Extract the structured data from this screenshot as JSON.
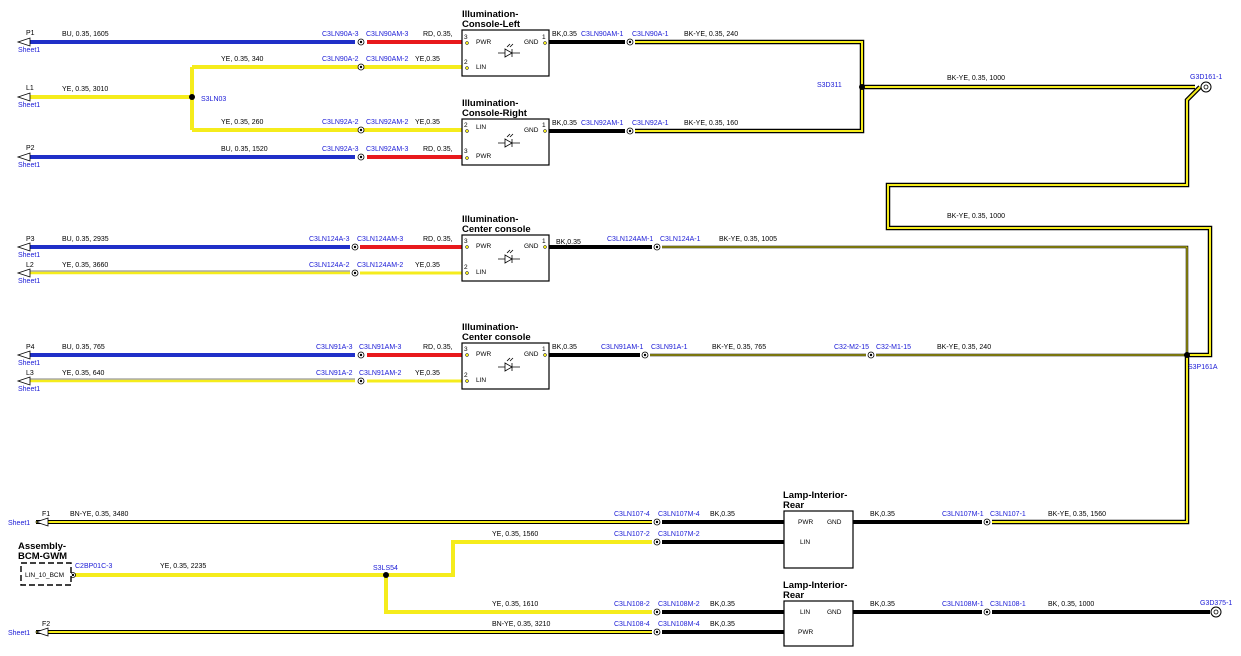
{
  "colors": {
    "BU": "#1f2fc8",
    "RD": "#e8191c",
    "YE": "#f5ec1c",
    "BK": "#000000",
    "ref": "#1a1ad6"
  },
  "icon_names": [
    "connector-pin-icon",
    "wire-junction-icon",
    "ground-point-icon",
    "led-lamp-icon",
    "sheet-ref-arrow-icon"
  ],
  "components": {
    "ill_left": {
      "title1": "Illumination-",
      "title2": "Console-Left",
      "pin3": "3",
      "pin2": "2",
      "pin1": "1",
      "lbl3": "PWR",
      "lbl2": "LIN",
      "lbl1": "GND"
    },
    "ill_right": {
      "title1": "Illumination-",
      "title2": "Console-Right",
      "pin2": "2",
      "pin3": "3",
      "pin1": "1",
      "lbl2": "LIN",
      "lbl3": "PWR",
      "lbl1": "GND"
    },
    "ill_center1": {
      "title1": "Illumination-",
      "title2": "Center console",
      "pin3": "3",
      "pin2": "2",
      "pin1": "1",
      "lbl3": "PWR",
      "lbl2": "LIN",
      "lbl1": "GND"
    },
    "ill_center2": {
      "title1": "Illumination-",
      "title2": "Center console",
      "pin3": "3",
      "pin2": "2",
      "pin1": "1",
      "lbl3": "PWR",
      "lbl2": "LIN",
      "lbl1": "GND"
    },
    "lamp_rear1": {
      "title1": "Lamp-Interior-",
      "title2": "Rear",
      "lbl_pwr": "PWR",
      "lbl_lin": "LIN",
      "lbl_gnd": "GND"
    },
    "lamp_rear2": {
      "title1": "Lamp-Interior-",
      "title2": "Rear",
      "lbl_lin": "LIN",
      "lbl_pwr": "PWR",
      "lbl_gnd": "GND"
    },
    "bcm": {
      "title1": "Assembly-",
      "title2": "BCM-GWM",
      "pin": "LIN_10_BCM"
    }
  },
  "offpage": {
    "p1": {
      "name": "P1",
      "sheet": "Sheet1"
    },
    "l1": {
      "name": "L1",
      "sheet": "Sheet1"
    },
    "p2": {
      "name": "P2",
      "sheet": "Sheet1"
    },
    "p3": {
      "name": "P3",
      "sheet": "Sheet1"
    },
    "l2": {
      "name": "L2",
      "sheet": "Sheet1"
    },
    "p4": {
      "name": "P4",
      "sheet": "Sheet1"
    },
    "l3": {
      "name": "L3",
      "sheet": "Sheet1"
    },
    "f1": {
      "name": "F1",
      "sheet": "Sheet1"
    },
    "f2": {
      "name": "F2",
      "sheet": "Sheet1"
    }
  },
  "splices": {
    "s3ln03": "S3LN03",
    "s3d311": "S3D311",
    "s3p161a": "S3P161A",
    "s3ls54": "S3LS54"
  },
  "grounds": {
    "g3d161": "G3D161-1",
    "g3d375": "G3D375-1"
  },
  "wires": {
    "w1": "BU, 0.35, 1605",
    "w2": "YE, 0.35, 3010",
    "w3": "YE, 0.35, 340",
    "w4": "YE, 0.35, 260",
    "w5": "BU, 0.35, 1520",
    "w6": "RD, 0.35,",
    "w7": "YE,0.35",
    "w8": "YE,0.35",
    "w9": "RD, 0.35,",
    "w10": "BK,0.35",
    "w11": "BK-YE, 0.35, 240",
    "w12": "BK,0.35",
    "w13": "BK-YE, 0.35, 160",
    "w14": "BK-YE, 0.35, 1000",
    "w15": "BK-YE, 0.35, 1000",
    "w16": "BU, 0.35, 2935",
    "w17": "RD, 0.35,",
    "w18": "YE, 0.35, 3660",
    "w19": "YE,0.35",
    "w20": "BK,0.35",
    "w21": "BK-YE, 0.35, 1005",
    "w22": "BU, 0.35, 765",
    "w23": "RD, 0.35,",
    "w24": "YE, 0.35, 640",
    "w25": "YE,0.35",
    "w26": "BK,0.35",
    "w27": "BK-YE, 0.35, 765",
    "w28": "BK-YE, 0.35, 240",
    "w29": "BN-YE, 0.35, 3480",
    "w30": "BK,0.35",
    "w31": "YE, 0.35, 1560",
    "w32": "BK,0.35",
    "w33": "BK-YE, 0.35, 1560",
    "w34": "YE, 0.35, 2235",
    "w35": "YE, 0.35, 1610",
    "w36": "BK,0.35",
    "w37": "BK,0.35",
    "w38": "BK, 0.35, 1000",
    "w39": "BN-YE, 0.35, 3210",
    "w40": "BK,0.35"
  },
  "connectors": {
    "c1": "C3LN90A-3",
    "c2": "C3LN90AM-3",
    "c3": "C3LN90A-2",
    "c4": "C3LN90AM-2",
    "c5": "C3LN92A-2",
    "c6": "C3LN92AM-2",
    "c7": "C3LN92A-3",
    "c8": "C3LN92AM-3",
    "c9": "C3LN90AM-1",
    "c10": "C3LN90A-1",
    "c11": "C3LN92AM-1",
    "c12": "C3LN92A-1",
    "c13": "C3LN124A-3",
    "c14": "C3LN124AM-3",
    "c15": "C3LN124A-2",
    "c16": "C3LN124AM-2",
    "c17": "C3LN124AM-1",
    "c18": "C3LN124A-1",
    "c19": "C3LN91A-3",
    "c20": "C3LN91AM-3",
    "c21": "C3LN91A-2",
    "c22": "C3LN91AM-2",
    "c23": "C3LN91AM-1",
    "c24": "C3LN91A-1",
    "c25": "C32-M2-15",
    "c26": "C32-M1-15",
    "c27": "C3LN107-4",
    "c28": "C3LN107M-4",
    "c29": "C3LN107-2",
    "c30": "C3LN107M-2",
    "c31": "C3LN107M-1",
    "c32": "C3LN107-1",
    "c33": "C2BP01C-3",
    "c34": "C3LN108-2",
    "c35": "C3LN108M-2",
    "c36": "C3LN108M-1",
    "c37": "C3LN108-1",
    "c38": "C3LN108-4",
    "c39": "C3LN108M-4"
  }
}
